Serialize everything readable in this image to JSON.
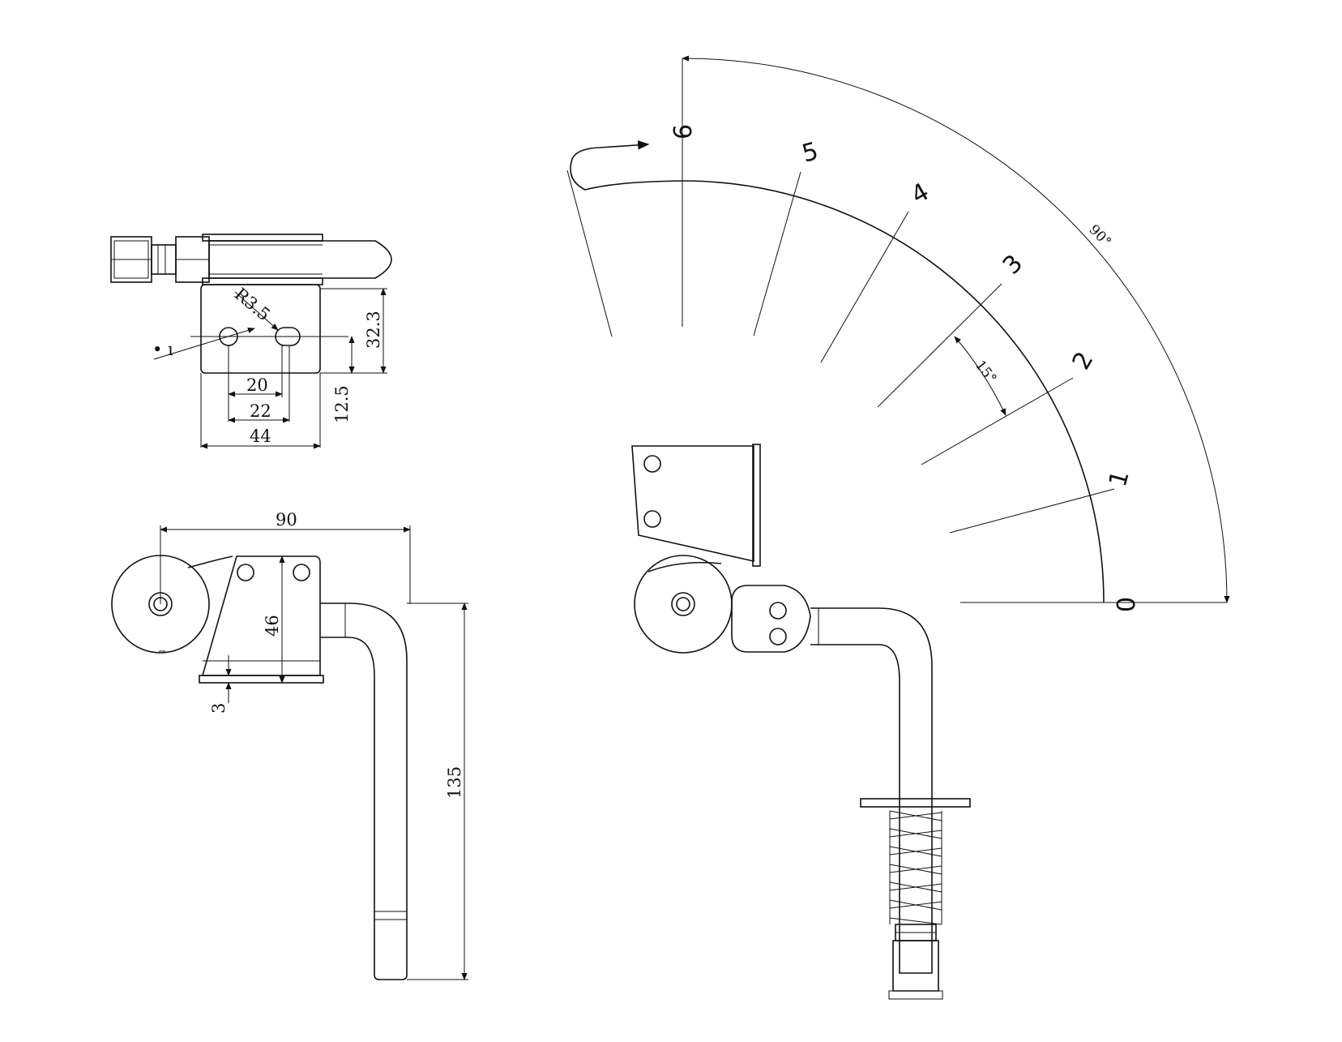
{
  "top_view": {
    "hole_radius": "R3.5",
    "dim_hole_spacing_inner": "20",
    "dim_hole_spacing_outer": "22",
    "dim_plate_width": "44",
    "dim_plate_height": "32.3",
    "dim_hole_height": "12.5",
    "small_mark": "• ı"
  },
  "front_view": {
    "dim_overall_width": "90",
    "dim_bracket_height": "46",
    "dim_base_thickness": "3",
    "dim_pin_length": "135"
  },
  "positions_view": {
    "scale_labels": [
      "0",
      "1",
      "2",
      "3",
      "4",
      "5",
      "6"
    ],
    "angle_total": "90°",
    "angle_step": "15°"
  },
  "colors": {
    "line": "#111111",
    "paper": "#ffffff"
  }
}
